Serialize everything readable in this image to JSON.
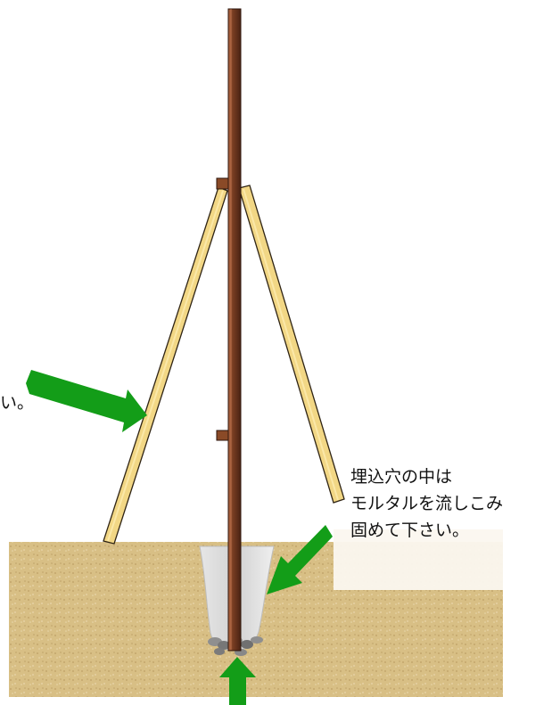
{
  "labels": {
    "left_fragment": "い。",
    "right_note": [
      "埋込穴の中は",
      "モルタルを流しこみ",
      "固めて下さい。"
    ]
  },
  "colors": {
    "post": "#7a3e22",
    "post_dark": "#4a2314",
    "brace": "#f2d785",
    "brace_edge": "#2f2414",
    "ground": "#d8bf85",
    "ground_speckle": "#b5955a",
    "mortar": "#dcdcdc",
    "stones": "#8a8a8a",
    "arrow": "#139d18",
    "note_box": "#fbf7ef",
    "text": "#111111"
  },
  "icons": {
    "arrows": [
      "arrow-to-brace",
      "arrow-to-mortar",
      "arrow-to-post-base"
    ]
  }
}
